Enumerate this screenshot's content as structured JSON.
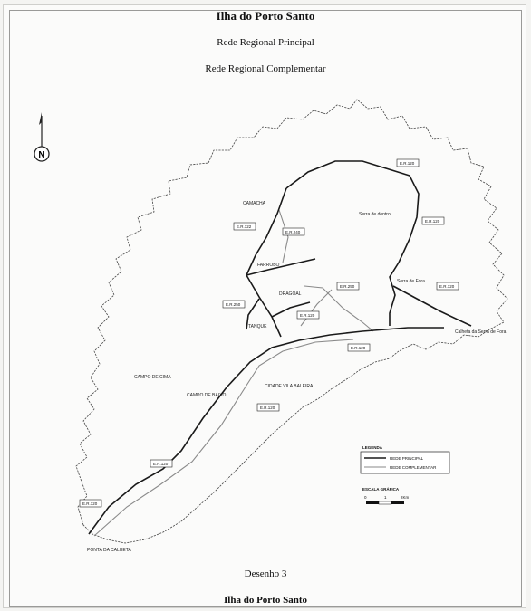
{
  "header": {
    "title": "Ilha do Porto Santo",
    "subtitle1": "Rede Regional Principal",
    "subtitle2": "Rede Regional Complementar"
  },
  "map": {
    "north_arrow_letter": "N",
    "place_labels": {
      "camacha": "CAMACHA",
      "farrobo": "FARROBO",
      "dragoal": "DRAGOAL",
      "tanque": "TANQUE",
      "serra_de_dentro": "Serra de dentro",
      "serra_de_fora": "Serra de Fora",
      "calheta_serra_de_fora": "Calheta da Serra de Fora",
      "campo_de_cima": "CAMPO DE CIMA",
      "campo_de_baixo": "CAMPO DE BAIXO",
      "cidade_vila_baleira": "CIDADE VILA BALEIRA",
      "ponta_da_calheta": "PONTA DA CALHETA"
    },
    "road_labels": {
      "er122": "E.R.122",
      "er240": "E.R.240",
      "er250": "E.R.250",
      "er250b": "E.R.250",
      "er120a": "E.R.120",
      "er120b": "E.R.120",
      "er120c": "E.R.120",
      "er120d": "E.R.120",
      "er120e": "E.R.120",
      "er120f": "E.R.120",
      "er120g": "E.R.120",
      "er120h": "E.R.120"
    },
    "legend": {
      "title": "LEGENDA",
      "principal": "REDE PRINCIPAL",
      "complementar": "REDE COMPLEMENTAR",
      "scale_title": "ESCALA GRÁFICA",
      "scale_0": "0",
      "scale_1": "1",
      "scale_2": "2Km"
    },
    "colors": {
      "principal_road": "#1a1a1a",
      "complementar_road": "#8a8a8a",
      "coastline": "#444444"
    }
  },
  "footer": {
    "drawing_label": "Desenho 3",
    "island_name": "Ilha do Porto Santo"
  }
}
